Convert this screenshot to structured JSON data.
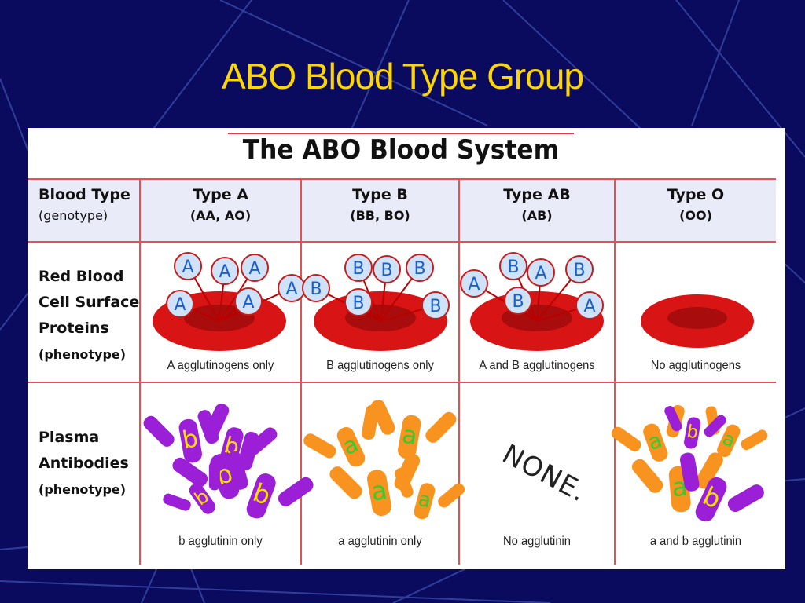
{
  "slide": {
    "title": "ABO Blood Type Group"
  },
  "table": {
    "title": "The ABO Blood System",
    "row_header": {
      "line1": "Blood Type",
      "line2": "(genotype)"
    },
    "columns": [
      {
        "name": "Type A",
        "genotype": "(AA, AO)",
        "antigen_caption": "A agglutinogens only",
        "antibody_caption": "b agglutinin only"
      },
      {
        "name": "Type B",
        "genotype": "(BB, BO)",
        "antigen_caption": "B agglutinogens only",
        "antibody_caption": "a agglutinin only"
      },
      {
        "name": "Type AB",
        "genotype": "(AB)",
        "antigen_caption": "A and B agglutinogens",
        "antibody_caption": "No agglutinin"
      },
      {
        "name": "Type O",
        "genotype": "(OO)",
        "antigen_caption": "No agglutinogens",
        "antibody_caption": "a and b agglutinin"
      }
    ],
    "rows": {
      "surface": {
        "line1": "Red Blood",
        "line2": "Cell Surface",
        "line3": "Proteins",
        "line4": "(phenotype)"
      },
      "plasma": {
        "line1": "Plasma",
        "line2": "Antibodies",
        "line3": "(phenotype)"
      }
    },
    "none_label": "NONE.",
    "antigen_letters": {
      "a": "A",
      "b": "B"
    },
    "antibody_letters": {
      "a": "a",
      "b": "b"
    }
  },
  "colors": {
    "background": "#0a0a5e",
    "title": "#ffd700",
    "grid": "#e85050",
    "cell": "#d81414",
    "antigen_fill": "#cfe2f7",
    "antigen_letter": "#1a5fd0",
    "antibody_a": "#f7931e",
    "antibody_b": "#9b1fd6",
    "letter_a": "#33cc33",
    "letter_b": "#ffe000"
  }
}
